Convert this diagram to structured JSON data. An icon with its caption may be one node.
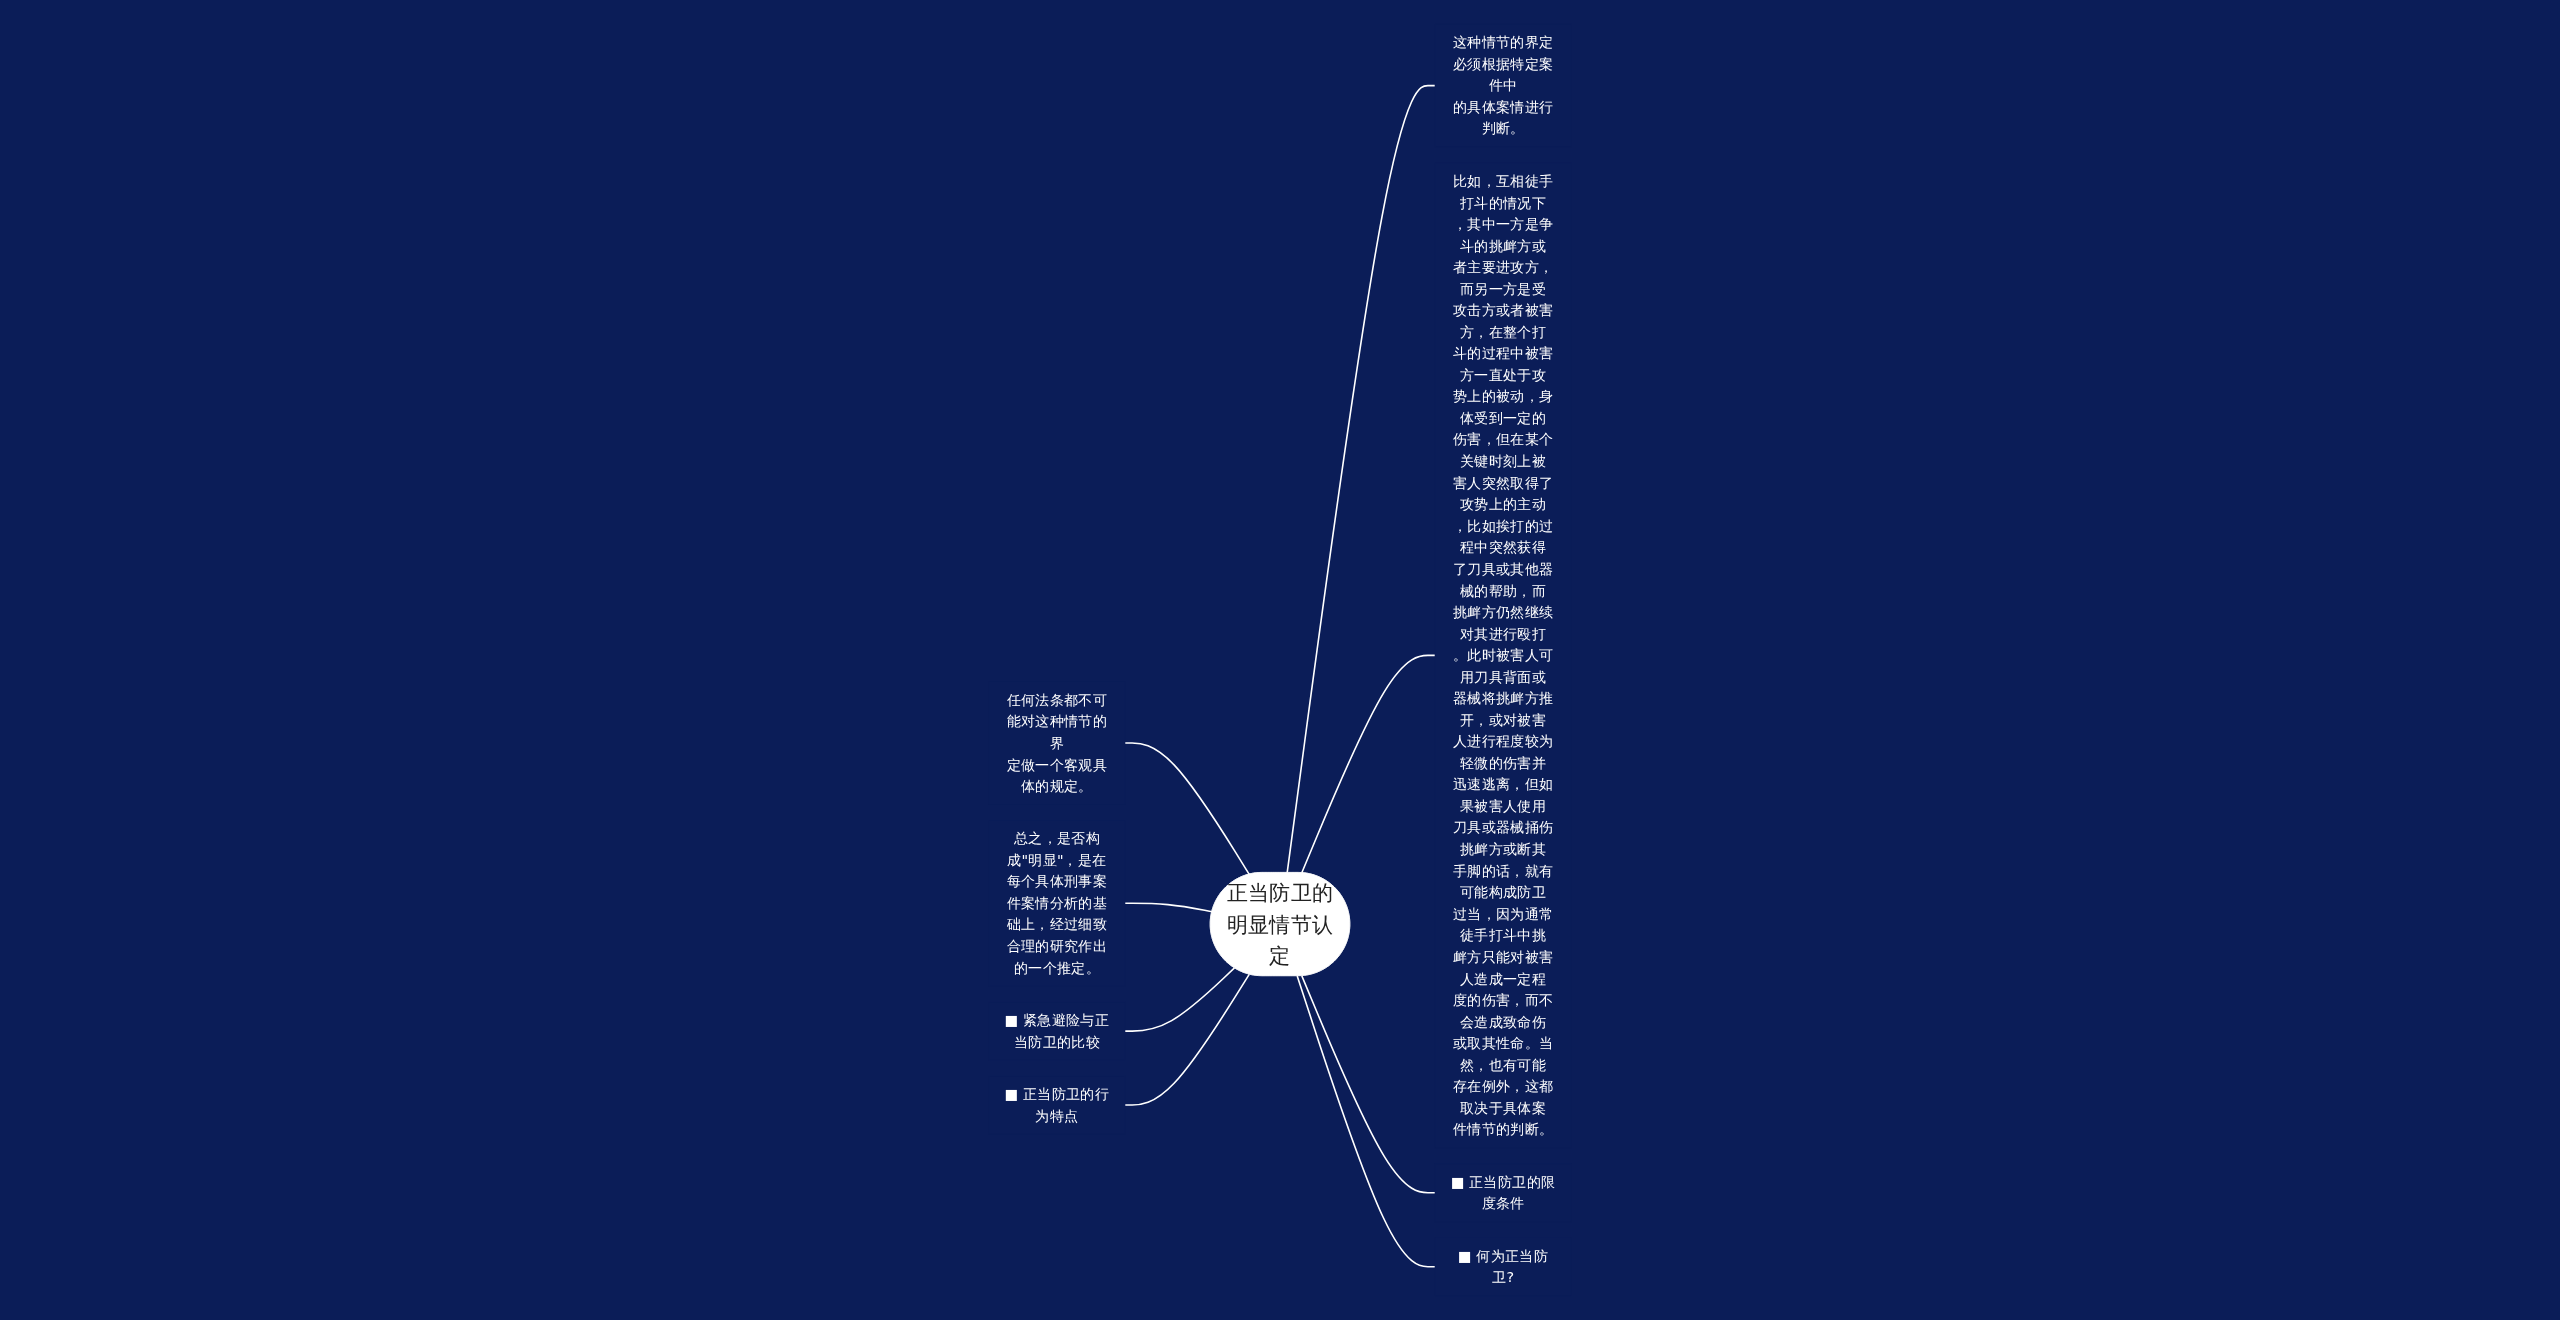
{
  "diagram": {
    "nodes": [
      {
        "text": [
          "正当防卫的明显情节认定"
        ]
      },
      {
        "text": [
          "这种情节的界定必须根据特定案件中的具体案情进行判断。"
        ]
      },
      {
        "text": [
          "任何法条都不可能对这种情节的界定做一个客观具体的规定。"
        ]
      },
      {
        "text": [
          "比如，互相徒手打斗的情况下，其中一方是争斗的挑衅方或者主要进攻方，而另一方是受攻击方或者被害方，在整个打斗的过程中被害方一直处于攻势上的被动，身体受到一定的伤害，但在某个关键时刻上被害人突然取得了攻势上的主动，比如挨打的过程中突然获得了刀具或其他器械的帮助，而挑衅方仍然继续对其进行殴打。此时被害人可用刀具背面或器械将挑衅方推开，或对被害人进行程度较为轻微的伤害并迅速逃离，但如果被害人使用刀具或器械捅伤挑衅方或断其手脚的话，就有可能构成防卫过当，因为通常徒手打斗中挑衅方只能对被害人造成一定程度的伤害，而不会造成致命伤或取其性命。当然，也有可能存在例外，这都取决于具体案件情节的判断。"
        ]
      },
      {
        "text": [
          "总之，是否构成\"明显\"，是在每个具体刑事案件案情分析的基础上，经过细致合理的研究作出的一个推定。"
        ]
      },
      {
        "text": [
          "■ 紧急避险与正当防卫的比较"
        ]
      },
      {
        "text": [
          "■ 正当防卫的行为特点"
        ]
      },
      {
        "text": [
          "■ 正当防卫的限度条件"
        ]
      },
      {
        "text": [
          "■ 何为正当防卫?"
        ]
      }
    ],
    "edges": [
      {
        "from": 0,
        "to": 1,
        "arrow": "none"
      },
      {
        "from": 0,
        "to": 2,
        "arrow": "none"
      },
      {
        "from": 0,
        "to": 3,
        "arrow": "none"
      },
      {
        "from": 0,
        "to": 4,
        "arrow": "none"
      },
      {
        "from": 0,
        "to": 5,
        "arrow": "none"
      },
      {
        "from": 0,
        "to": 6,
        "arrow": "none"
      },
      {
        "from": 0,
        "to": 7,
        "arrow": "none"
      },
      {
        "from": 0,
        "to": 8,
        "arrow": "none"
      }
    ]
  }
}
